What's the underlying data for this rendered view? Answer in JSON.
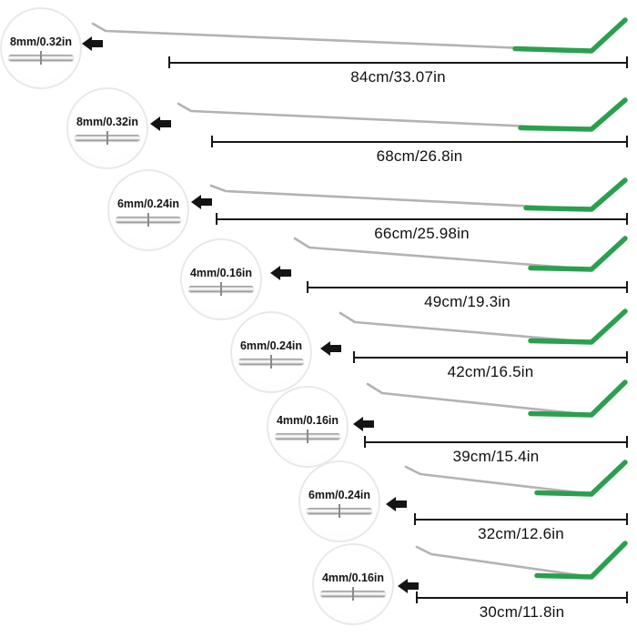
{
  "colors": {
    "handle_green": "#2aa04f",
    "rod_gray": "#b3b3b3",
    "dim_line": "#161616",
    "arrow_black": "#141414"
  },
  "rows": [
    {
      "size_label": "8mm/0.32in",
      "length_label": "84cm/33.07in"
    },
    {
      "size_label": "8mm/0.32in",
      "length_label": "68cm/26.8in"
    },
    {
      "size_label": "6mm/0.24in",
      "length_label": "66cm/25.98in"
    },
    {
      "size_label": "4mm/0.16in",
      "length_label": "49cm/19.3in"
    },
    {
      "size_label": "6mm/0.24in",
      "length_label": "42cm/16.5in"
    },
    {
      "size_label": "4mm/0.16in",
      "length_label": "39cm/15.4in"
    },
    {
      "size_label": "6mm/0.24in",
      "length_label": "32cm/12.6in"
    },
    {
      "size_label": "4mm/0.16in",
      "length_label": "30cm/11.8in"
    }
  ]
}
